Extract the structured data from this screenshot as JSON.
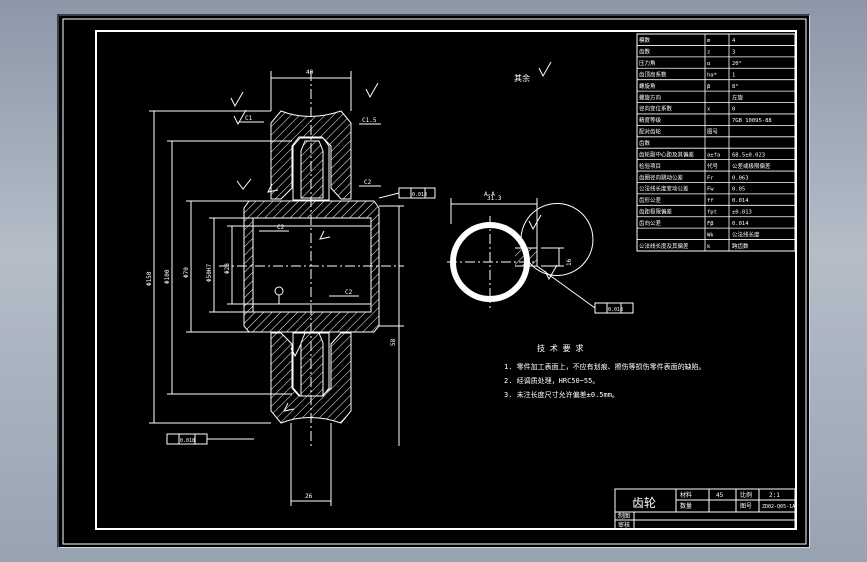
{
  "colors": {
    "line": "#ffffff",
    "background": "#000000",
    "frame": "#ffffff"
  },
  "drawing": {
    "name": "齿轮",
    "drawing_no": "ZD02-Q05-1A",
    "material_value": "45",
    "scale_value": "2:1",
    "section_label": "A-A",
    "surface_roughness_note": "其余",
    "tech_req": {
      "title": "技 术 要 求",
      "items": [
        "1. 零件加工表面上，不应有划痕、擦伤等损伤零件表面的缺陷。",
        "2. 经调质处理，HRC50~55。",
        "3. 未注长度尺寸允许偏差±0.5mm。"
      ]
    }
  },
  "param_table": {
    "rows": [
      [
        "模数",
        "m",
        "4"
      ],
      [
        "齿数",
        "z",
        "3"
      ],
      [
        "压力角",
        "α",
        "20°"
      ],
      [
        "齿顶高系数",
        "ha*",
        "1"
      ],
      [
        "螺旋角",
        "β",
        "8°"
      ],
      [
        "螺旋方向",
        "",
        "左旋"
      ],
      [
        "径向变位系数",
        "x",
        "0"
      ],
      [
        "精度等级",
        "",
        "7GB 10095-88"
      ],
      [
        "配对齿轮",
        "图号",
        ""
      ],
      [
        "齿数",
        "",
        ""
      ],
      [
        "齿轮副中心距及其偏差",
        "a±fa",
        "68.5±0.023"
      ],
      [
        "检验项目",
        "代号",
        "公差或极限偏差"
      ],
      [
        "齿圈径向跳动公差",
        "Fr",
        "0.063"
      ],
      [
        "公法线长度变动公差",
        "Fw",
        "0.05"
      ],
      [
        "齿形公差",
        "ff",
        "0.014"
      ],
      [
        "齿距极限偏差",
        "fpt",
        "±0.013"
      ],
      [
        "齿向公差",
        "Fβ",
        "0.014"
      ],
      [
        "",
        "Wk",
        "公法线长度"
      ],
      [
        "公法线长度及其偏差",
        "k",
        "跨齿数"
      ]
    ]
  },
  "title_block": {
    "material_label": "材料",
    "scale_label": "比例",
    "quantity_label": "数量",
    "drawing_no_label": "图号",
    "drafter_label": "制图",
    "checker_label": "审核"
  },
  "dimensions": {
    "width_top": "40",
    "chamfer_c1": "C1",
    "chamfer_c15": "C1.5",
    "chamfer_c2": "C2",
    "dia_outer": "Φ150",
    "dia_mid": "Φ100",
    "dia_web": "Φ70",
    "dia_hub": "Φ50H7",
    "dia_bore": "Φ28",
    "runout_top": "0.018",
    "runout_left": "0.018",
    "runout_keyway": "0.018",
    "keyway_width": "16",
    "keyway_depth": "31.3",
    "hub_width": "26",
    "length_right": "58"
  }
}
